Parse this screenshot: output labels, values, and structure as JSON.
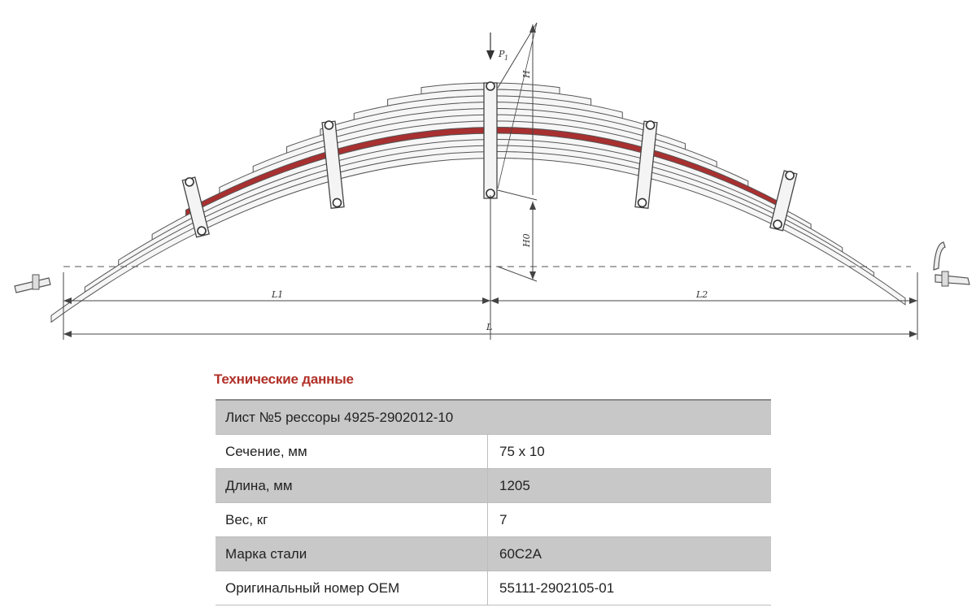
{
  "drawing": {
    "labels": {
      "load": "P",
      "load_sub": "1",
      "height": "H",
      "height_0": "H0",
      "half_left": "L1",
      "half_right": "L2",
      "total": "L"
    },
    "colors": {
      "highlight_leaf": "#a83030",
      "leaf_stroke": "#555555",
      "leaf_fill": "#f6f6f6"
    }
  },
  "specs": {
    "title": "Технические данные",
    "header": "Лист №5 рессоры 4925-2902012-10",
    "rows": [
      {
        "label": "Сечение, мм",
        "value": "75 х 10"
      },
      {
        "label": "Длина, мм",
        "value": "1205"
      },
      {
        "label": "Вес, кг",
        "value": "7"
      },
      {
        "label": "Марка стали",
        "value": "60С2А"
      },
      {
        "label": "Оригинальный номер ОЕМ",
        "value": "55111-2902105-01"
      }
    ]
  }
}
